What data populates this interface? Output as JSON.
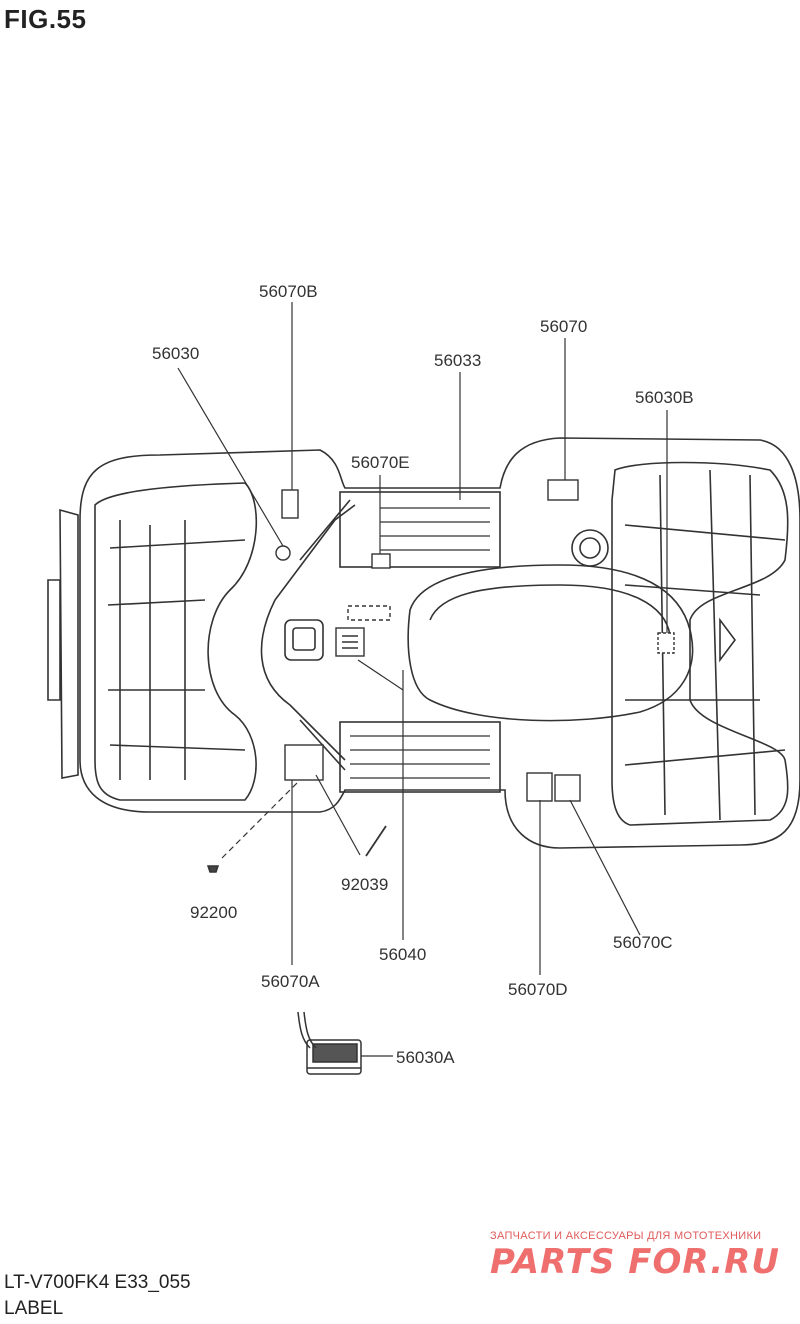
{
  "figure": {
    "title": "FIG.55"
  },
  "callouts": {
    "c56070B": "56070B",
    "c56030": "56030",
    "c56033": "56033",
    "c56070": "56070",
    "c56030B": "56030B",
    "c56070E": "56070E",
    "c92039": "92039",
    "c92200": "92200",
    "c56040": "56040",
    "c56070C": "56070C",
    "c56070A": "56070A",
    "c56070D": "56070D",
    "c56030A": "56030A"
  },
  "footer": {
    "model": "LT-V700FK4 E33_055",
    "section": "LABEL"
  },
  "watermark": {
    "tagline": "ЗАПЧАСТИ И АКСЕССУАРЫ ДЛЯ МОТОТЕХНИКИ",
    "logo": "PARTS FOR.RU"
  }
}
